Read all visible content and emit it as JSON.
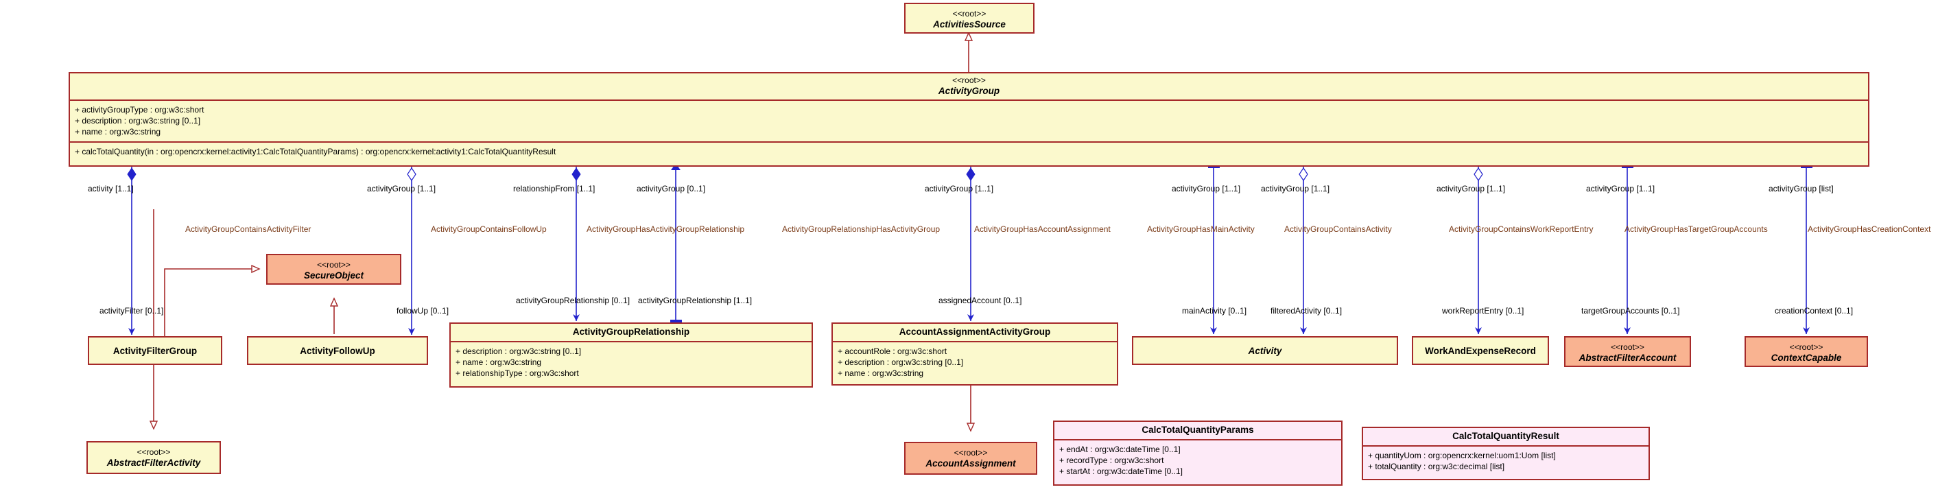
{
  "diagram": {
    "title": "ActivityGroup UML class diagram",
    "colors": {
      "class_border": "#a62a2a",
      "class_fill_yellow": "#fbf9cd",
      "class_fill_orange": "#f9b391",
      "class_fill_pink": "#fdeaf7",
      "association_line": "#2222cc",
      "generalization_line": "#a62a2a",
      "role_label_text": "#000000",
      "association_name_text": "#7a3b18"
    }
  },
  "classes": {
    "activities_source": {
      "stereotype": "<<root>>",
      "name": "ActivitiesSource",
      "attributes": [],
      "operations": []
    },
    "activity_group": {
      "stereotype": "<<root>>",
      "name": "ActivityGroup",
      "attributes": [
        "+ activityGroupType : org:w3c:short",
        "+ description : org:w3c:string [0..1]",
        "+ name : org:w3c:string"
      ],
      "operations": [
        "+ calcTotalQuantity(in : org:opencrx:kernel:activity1:CalcTotalQuantityParams) : org:opencrx:kernel:activity1:CalcTotalQuantityResult"
      ]
    },
    "secure_object": {
      "stereotype": "<<root>>",
      "name": "SecureObject",
      "attributes": [],
      "operations": []
    },
    "activity_filter_group": {
      "stereotype": "",
      "name": "ActivityFilterGroup",
      "attributes": [],
      "operations": []
    },
    "activity_follow_up": {
      "stereotype": "",
      "name": "ActivityFollowUp",
      "attributes": [],
      "operations": []
    },
    "activity_group_relationship": {
      "stereotype": "",
      "name": "ActivityGroupRelationship",
      "attributes": [
        "+ description : org:w3c:string [0..1]",
        "+ name : org:w3c:string",
        "+ relationshipType : org:w3c:short"
      ],
      "operations": []
    },
    "account_assignment_activity_group": {
      "stereotype": "",
      "name": "AccountAssignmentActivityGroup",
      "attributes": [
        "+ accountRole : org:w3c:short",
        "+ description : org:w3c:string [0..1]",
        "+ name : org:w3c:string"
      ],
      "operations": []
    },
    "activity": {
      "stereotype": "",
      "name": "Activity",
      "attributes": [],
      "operations": []
    },
    "work_and_expense_record": {
      "stereotype": "",
      "name": "WorkAndExpenseRecord",
      "attributes": [],
      "operations": []
    },
    "abstract_filter_account": {
      "stereotype": "<<root>>",
      "name": "AbstractFilterAccount",
      "attributes": [],
      "operations": []
    },
    "context_capable": {
      "stereotype": "<<root>>",
      "name": "ContextCapable",
      "attributes": [],
      "operations": []
    },
    "abstract_filter_activity": {
      "stereotype": "<<root>>",
      "name": "AbstractFilterActivity",
      "attributes": [],
      "operations": []
    },
    "account_assignment": {
      "stereotype": "<<root>>",
      "name": "AccountAssignment",
      "attributes": [],
      "operations": []
    },
    "calc_total_quantity_params": {
      "stereotype": "",
      "name": "CalcTotalQuantityParams",
      "attributes": [
        "+ endAt : org:w3c:dateTime [0..1]",
        "+ recordType : org:w3c:short",
        "+ startAt : org:w3c:dateTime [0..1]"
      ],
      "operations": []
    },
    "calc_total_quantity_result": {
      "stereotype": "",
      "name": "CalcTotalQuantityResult",
      "attributes": [
        "+ quantityUom : org:opencrx:kernel:uom1:Uom [list]",
        "+ totalQuantity : org:w3c:decimal [list]"
      ],
      "operations": []
    }
  },
  "associations": [
    {
      "name": "ActivityGroupContainsActivityFilter",
      "source_role": "activity [1..1]",
      "target_role": "activityFilter [0..1]"
    },
    {
      "name": "ActivityGroupContainsFollowUp",
      "source_role": "activityGroup [1..1]",
      "target_role": "followUp [0..1]"
    },
    {
      "name": "ActivityGroupHasActivityGroupRelationship",
      "source_role": "relationshipFrom [1..1]",
      "target_role": "activityGroupRelationship [0..1]"
    },
    {
      "name": "ActivityGroupRelationshipHasActivityGroup",
      "source_role": "activityGroup [0..1]",
      "target_role": "activityGroupRelationship [1..1]"
    },
    {
      "name": "ActivityGroupHasAccountAssignment",
      "source_role": "activityGroup [1..1]",
      "target_role": "assignedAccount [0..1]"
    },
    {
      "name": "ActivityGroupHasMainActivity",
      "source_role": "activityGroup [1..1]",
      "target_role": "mainActivity [0..1]"
    },
    {
      "name": "ActivityGroupContainsActivity",
      "source_role": "activityGroup [1..1]",
      "target_role": "filteredActivity [0..1]"
    },
    {
      "name": "ActivityGroupContainsWorkReportEntry",
      "source_role": "activityGroup [1..1]",
      "target_role": "workReportEntry [0..1]"
    },
    {
      "name": "ActivityGroupHasTargetGroupAccounts",
      "source_role": "activityGroup [1..1]",
      "target_role": "targetGroupAccounts [0..1]"
    },
    {
      "name": "ActivityGroupHasCreationContext",
      "source_role": "activityGroup [list]",
      "target_role": "creationContext [0..1]"
    }
  ]
}
